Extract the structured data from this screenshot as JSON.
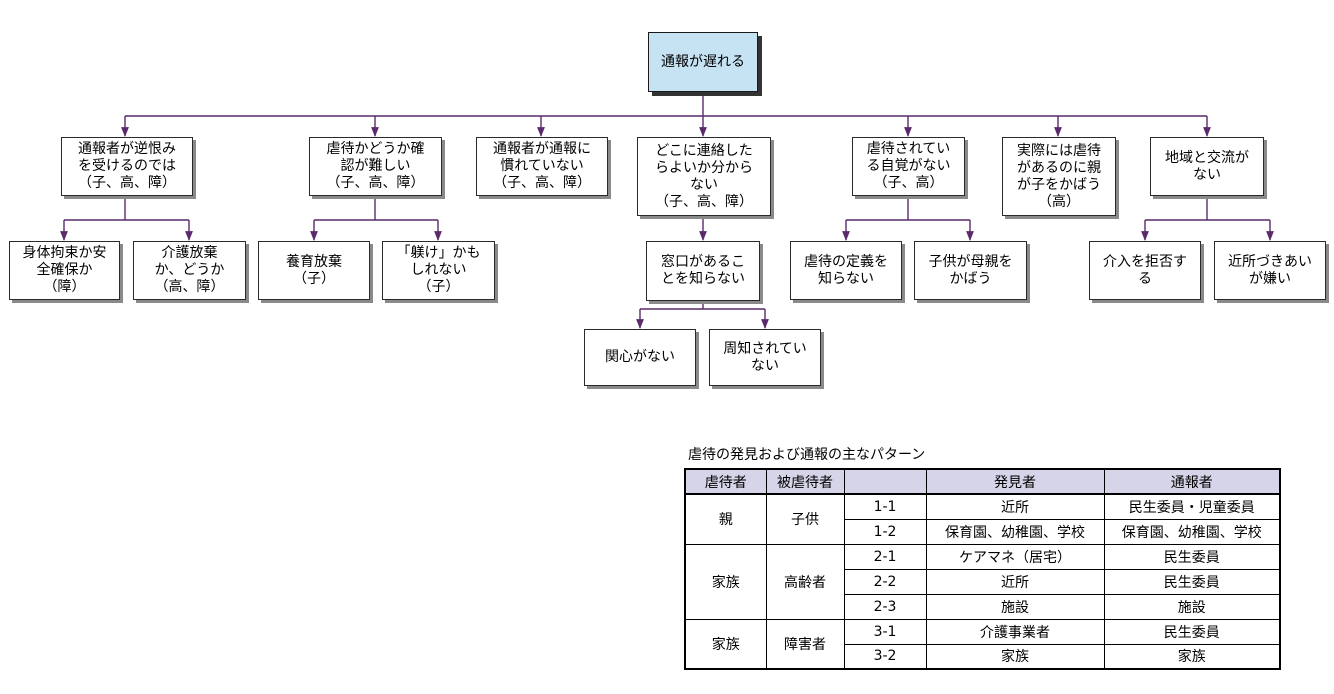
{
  "diagram": {
    "root": "通報が遅れる",
    "nodes": {
      "a": "通報者が逆恨み\nを受けるのでは\n（子、高、障）",
      "a1": "身体拘束か安\n全確保か\n（障）",
      "a2": "介護放棄\nか、どうか\n（高、障）",
      "b": "虐待かどうか確\n認が難しい\n（子、高、障）",
      "b1": "養育放棄\n（子）",
      "b2": "「躾け」かも\nしれない\n（子）",
      "c": "通報者が通報に\n慣れていない\n（子、高、障）",
      "d": "どこに連絡した\nらよいか分から\nない\n（子、高、障）",
      "d1": "窓口があるこ\nとを知らない",
      "d1a": "関心がない",
      "d1b": "周知されてい\nない",
      "e": "虐待されてい\nる自覚がない\n（子、高）",
      "e1": "虐待の定義を\n知らない",
      "e2": "子供が母親を\nかばう",
      "f": "実際には虐待\nがあるのに親\nが子をかばう\n（高）",
      "g": "地域と交流が\nない",
      "g1": "介入を拒否す\nる",
      "g2": "近所づきあい\nが嫌い"
    }
  },
  "table": {
    "caption": "虐待の発見および通報の主なパターン",
    "headers": [
      "虐待者",
      "被虐待者",
      "",
      "発見者",
      "通報者"
    ],
    "groups": [
      {
        "abuser": "親",
        "victim": "子供",
        "rows": [
          {
            "code": "1-1",
            "finder": "近所",
            "reporter": "民生委員・児童委員"
          },
          {
            "code": "1-2",
            "finder": "保育園、幼稚園、学校",
            "reporter": "保育園、幼稚園、学校"
          }
        ]
      },
      {
        "abuser": "家族",
        "victim": "高齢者",
        "rows": [
          {
            "code": "2-1",
            "finder": "ケアマネ（居宅）",
            "reporter": "民生委員"
          },
          {
            "code": "2-2",
            "finder": "近所",
            "reporter": "民生委員"
          },
          {
            "code": "2-3",
            "finder": "施設",
            "reporter": "施設"
          }
        ]
      },
      {
        "abuser": "家族",
        "victim": "障害者",
        "rows": [
          {
            "code": "3-1",
            "finder": "介護事業者",
            "reporter": "民生委員"
          },
          {
            "code": "3-2",
            "finder": "家族",
            "reporter": "家族"
          }
        ]
      }
    ]
  },
  "colors": {
    "root_fill": "#c5e3f3",
    "connector": "#5a2a6a",
    "header_fill": "#d6d4e8"
  }
}
